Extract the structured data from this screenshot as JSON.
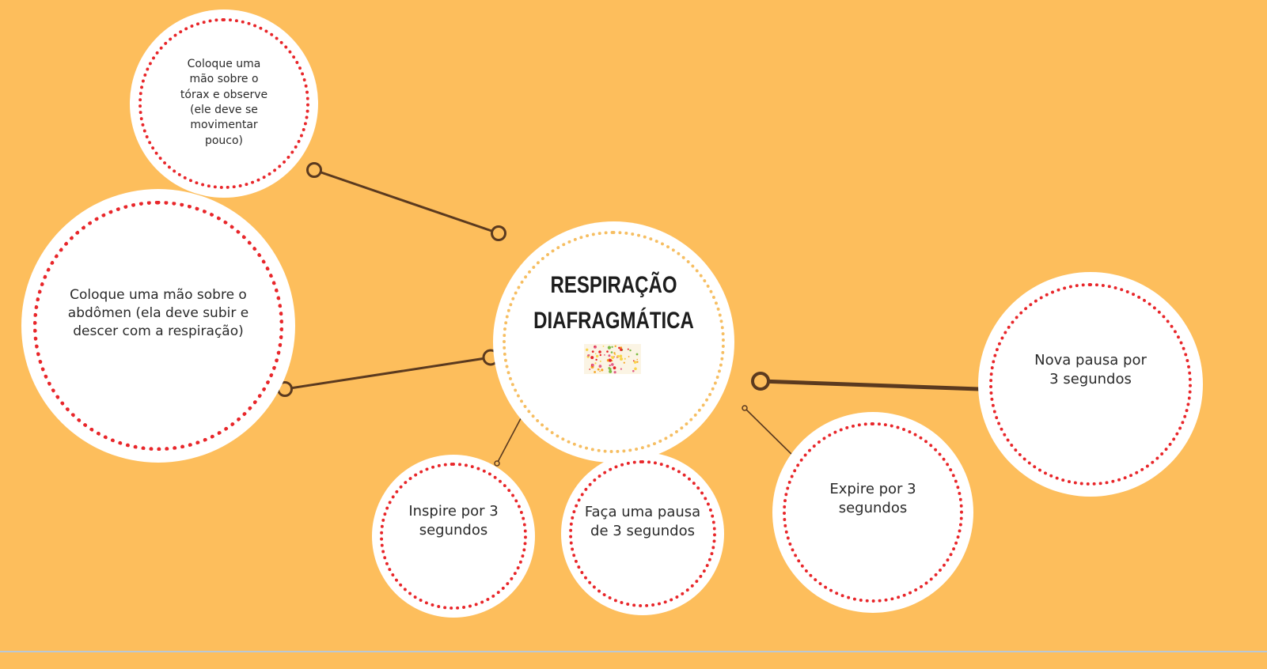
{
  "colors": {
    "background": "#FDBE5C",
    "bubble": "#ffffff",
    "ring_red": "#E8262A",
    "ring_center": "#F6BE62",
    "connector": "#5b3a1f"
  },
  "center": {
    "title": "RESPIRAÇÃO\nDIAFRAGMÁTICA",
    "thumbnail_icon": "dotted-thumbnail-icon"
  },
  "nodes": {
    "torax": "Coloque uma\nmão sobre o\ntórax e observe\n(ele deve se\nmovimentar\npouco)",
    "abdomen": "Coloque uma mão sobre o\nabdômen (ela deve subir e\ndescer com a respiração)",
    "inspire": "Inspire por 3\nsegundos",
    "pausa": "Faça uma pausa\nde 3 segundos",
    "expire": "Expire por 3\nsegundos",
    "nova_pausa": "Nova pausa por\n3 segundos"
  }
}
